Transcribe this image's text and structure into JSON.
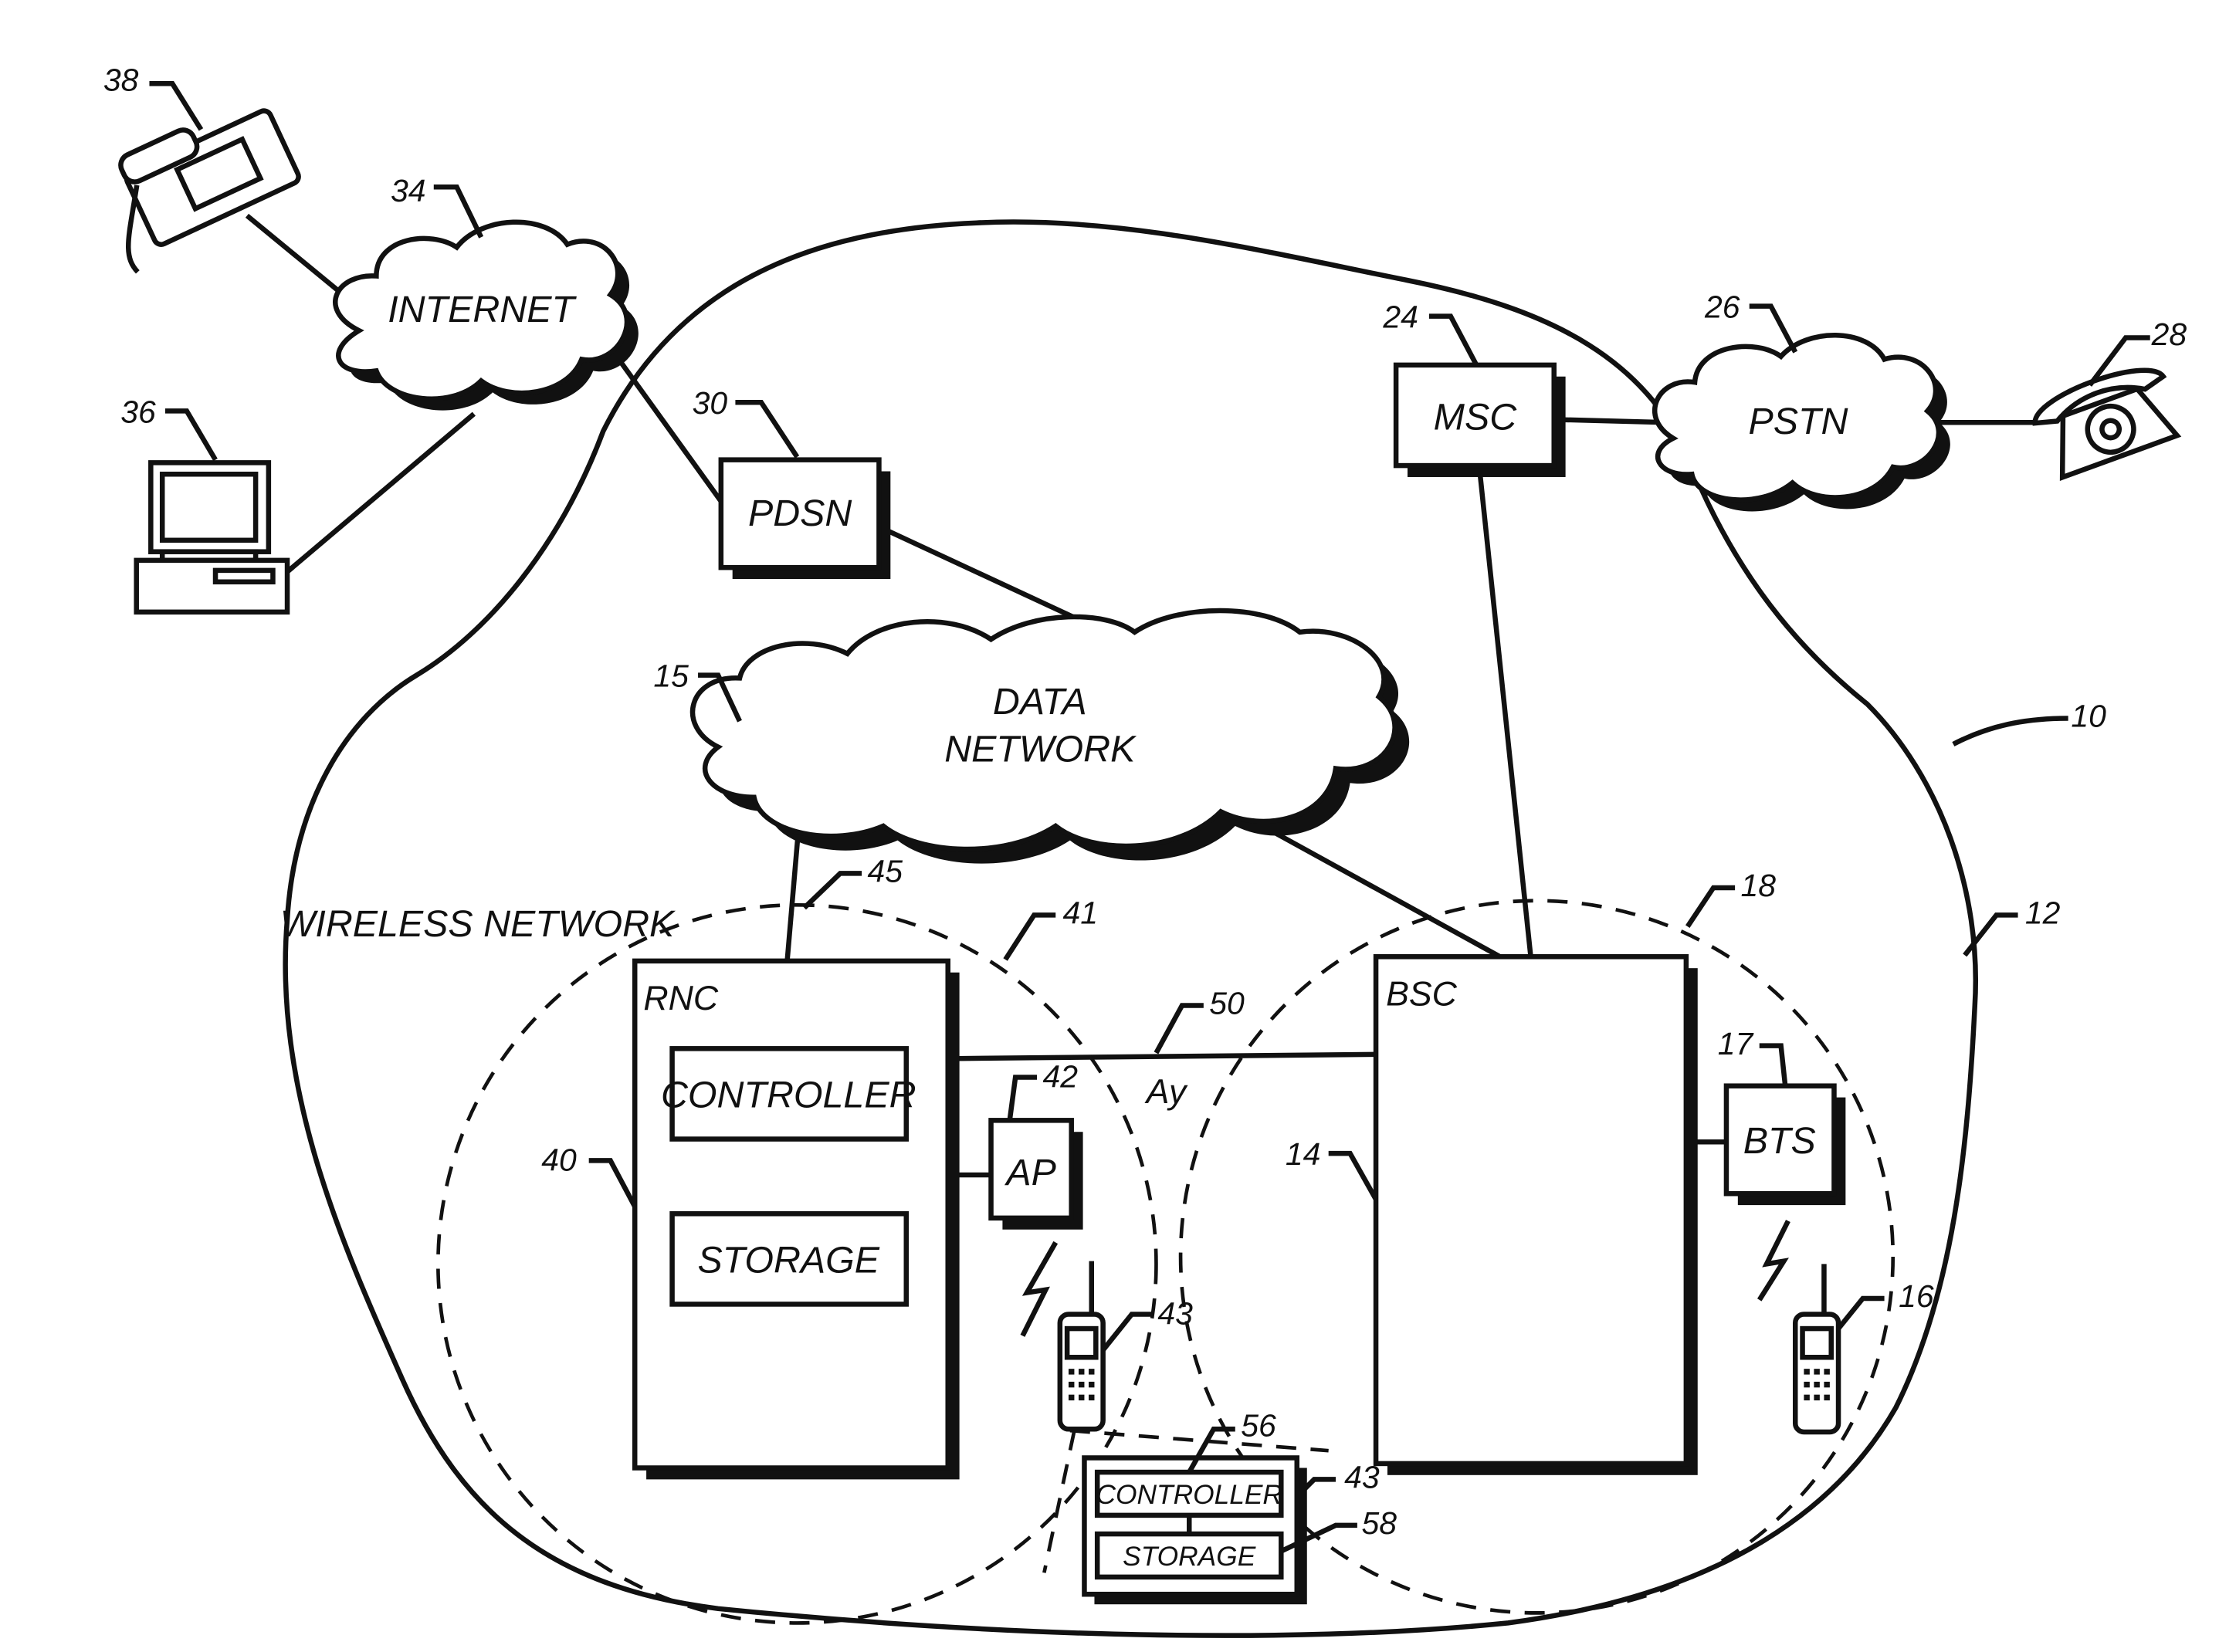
{
  "labels": {
    "internet": "INTERNET",
    "data_network_1": "DATA",
    "data_network_2": "NETWORK",
    "pstn": "PSTN",
    "wireless_network": "WIRELESS NETWORK",
    "pdsn": "PDSN",
    "msc": "MSC",
    "rnc": "RNC",
    "controller": "CONTROLLER",
    "storage": "STORAGE",
    "ap": "AP",
    "bsc": "BSC",
    "bts": "BTS",
    "ay": "Ay",
    "device_controller": "CONTROLLER",
    "device_storage": "STORAGE"
  },
  "refs": {
    "r38": "38",
    "r34": "34",
    "r36": "36",
    "r30": "30",
    "r24": "24",
    "r26": "26",
    "r28": "28",
    "r15": "15",
    "r10": "10",
    "r45": "45",
    "r41": "41",
    "r18": "18",
    "r12": "12",
    "r50": "50",
    "r42": "42",
    "r17": "17",
    "r40": "40",
    "r14": "14",
    "r43a": "43",
    "r16": "16",
    "r56": "56",
    "r43b": "43",
    "r58": "58"
  }
}
